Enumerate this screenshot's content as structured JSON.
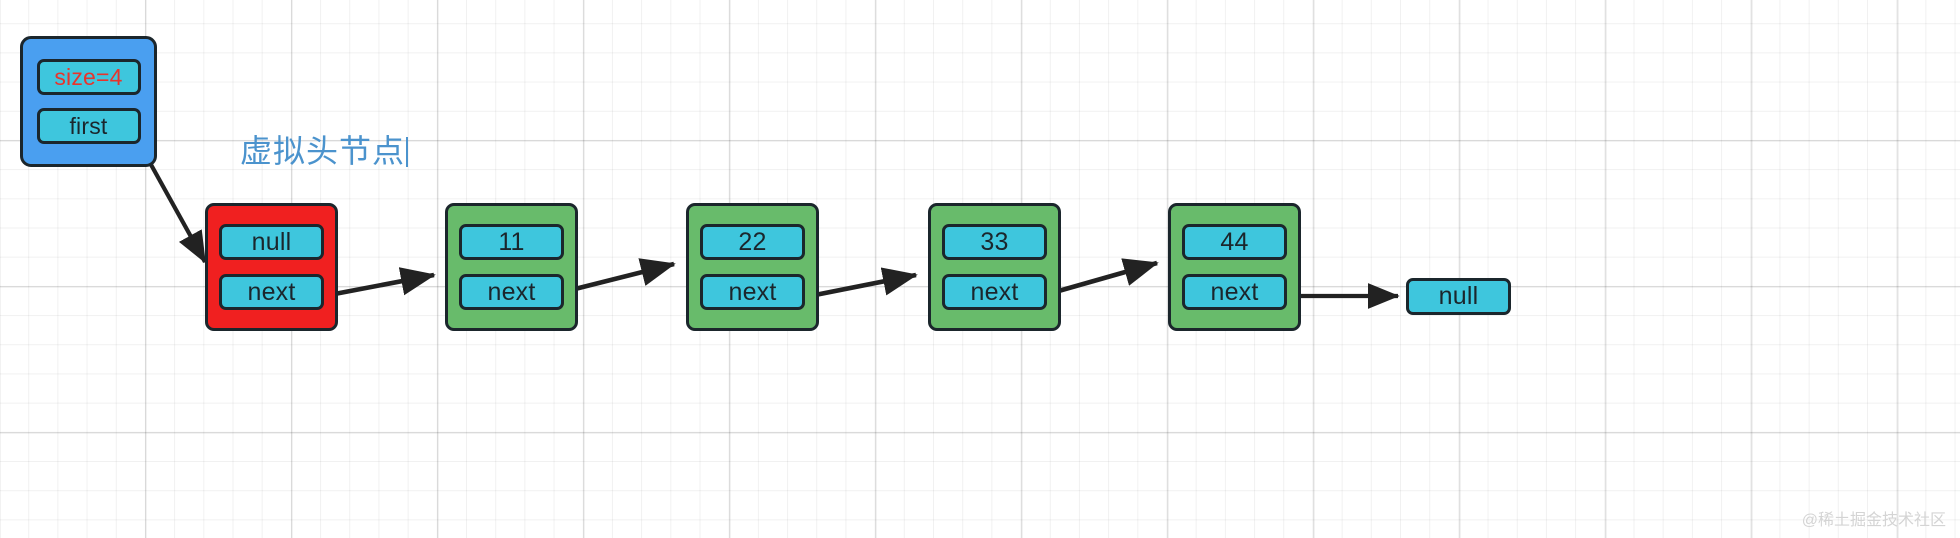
{
  "diagram": {
    "title_label": "虚拟头节点",
    "watermark": "@稀土掘金技术社区",
    "colors": {
      "green_node": "#68bb6b",
      "red_node": "#f02020",
      "blue_struct": "#4a9ff0",
      "cyan_field": "#3ec6dd",
      "outline": "#1b262c",
      "label_blue": "#4b93cd",
      "size_red_text": "#e8342c",
      "arrow": "#222222",
      "background": "#ffffff"
    },
    "head_struct": {
      "name": "linked-list-struct",
      "size_field": "size=4",
      "first_field": "first"
    },
    "nodes": [
      {
        "id": "dummy",
        "value": "null",
        "next_label": "next",
        "kind": "red"
      },
      {
        "id": "node-1",
        "value": "11",
        "next_label": "next",
        "kind": "green"
      },
      {
        "id": "node-2",
        "value": "22",
        "next_label": "next",
        "kind": "green"
      },
      {
        "id": "node-3",
        "value": "33",
        "next_label": "next",
        "kind": "green"
      },
      {
        "id": "node-4",
        "value": "44",
        "next_label": "next",
        "kind": "green"
      }
    ],
    "tail_null": "null"
  }
}
